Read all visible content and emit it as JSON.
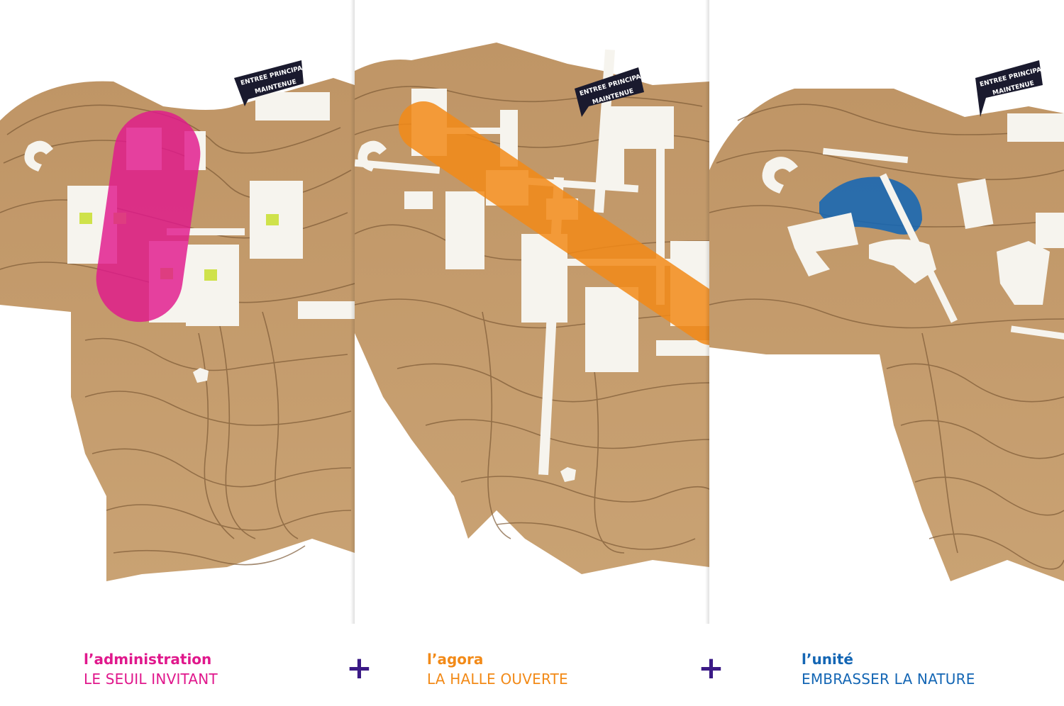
{
  "panels": [
    {
      "caption_title": "l’administration",
      "caption_subtitle": "LE SEUIL INVITANT",
      "accent_color": "#e0188c",
      "sign_line1": "ENTREE PRINCIPALE",
      "sign_line2": "MAINTENUE"
    },
    {
      "caption_title": "l’agora",
      "caption_subtitle": "LA HALLE OUVERTE",
      "accent_color": "#f28a18",
      "sign_line1": "ENTREE PRINCIPALE",
      "sign_line2": "MAINTENUE"
    },
    {
      "caption_title": "l’unité",
      "caption_subtitle": "EMBRASSER LA NATURE",
      "accent_color": "#1466b4",
      "sign_line1": "ENTREE PRINCIPALE",
      "sign_line2": "MAINTENUE"
    }
  ],
  "separators": [
    "+",
    "+"
  ],
  "colors": {
    "cardboard": "#c49a6c",
    "plus": "#3b1a86"
  }
}
